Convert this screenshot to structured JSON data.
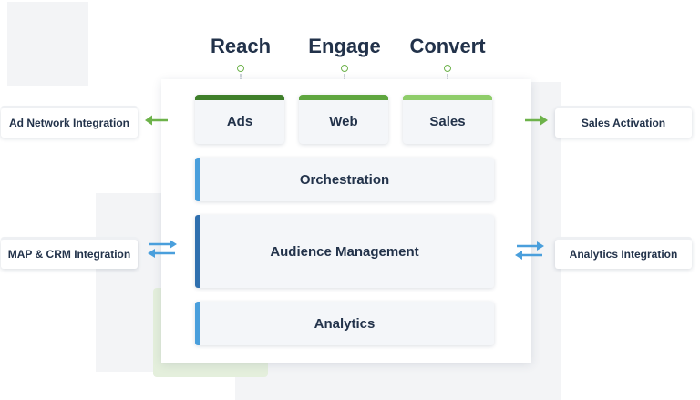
{
  "stages": [
    {
      "label": "Reach"
    },
    {
      "label": "Engage"
    },
    {
      "label": "Convert"
    }
  ],
  "channels": [
    {
      "label": "Ads",
      "color": "#3f7f2a"
    },
    {
      "label": "Web",
      "color": "#5fa63f"
    },
    {
      "label": "Sales",
      "color": "#8fcd6a"
    }
  ],
  "layers": [
    {
      "label": "Orchestration",
      "accent": "#4a9fdc"
    },
    {
      "label": "Audience Management",
      "accent": "#2f6fae"
    },
    {
      "label": "Analytics",
      "accent": "#4a9fdc"
    }
  ],
  "integrations": {
    "ad_network": "Ad Network Integration",
    "sales_activation": "Sales Activation",
    "map_crm": "MAP & CRM Integration",
    "analytics": "Analytics Integration"
  },
  "colors": {
    "green_arrow": "#6db24a",
    "blue_arrow": "#4a9fdc"
  }
}
